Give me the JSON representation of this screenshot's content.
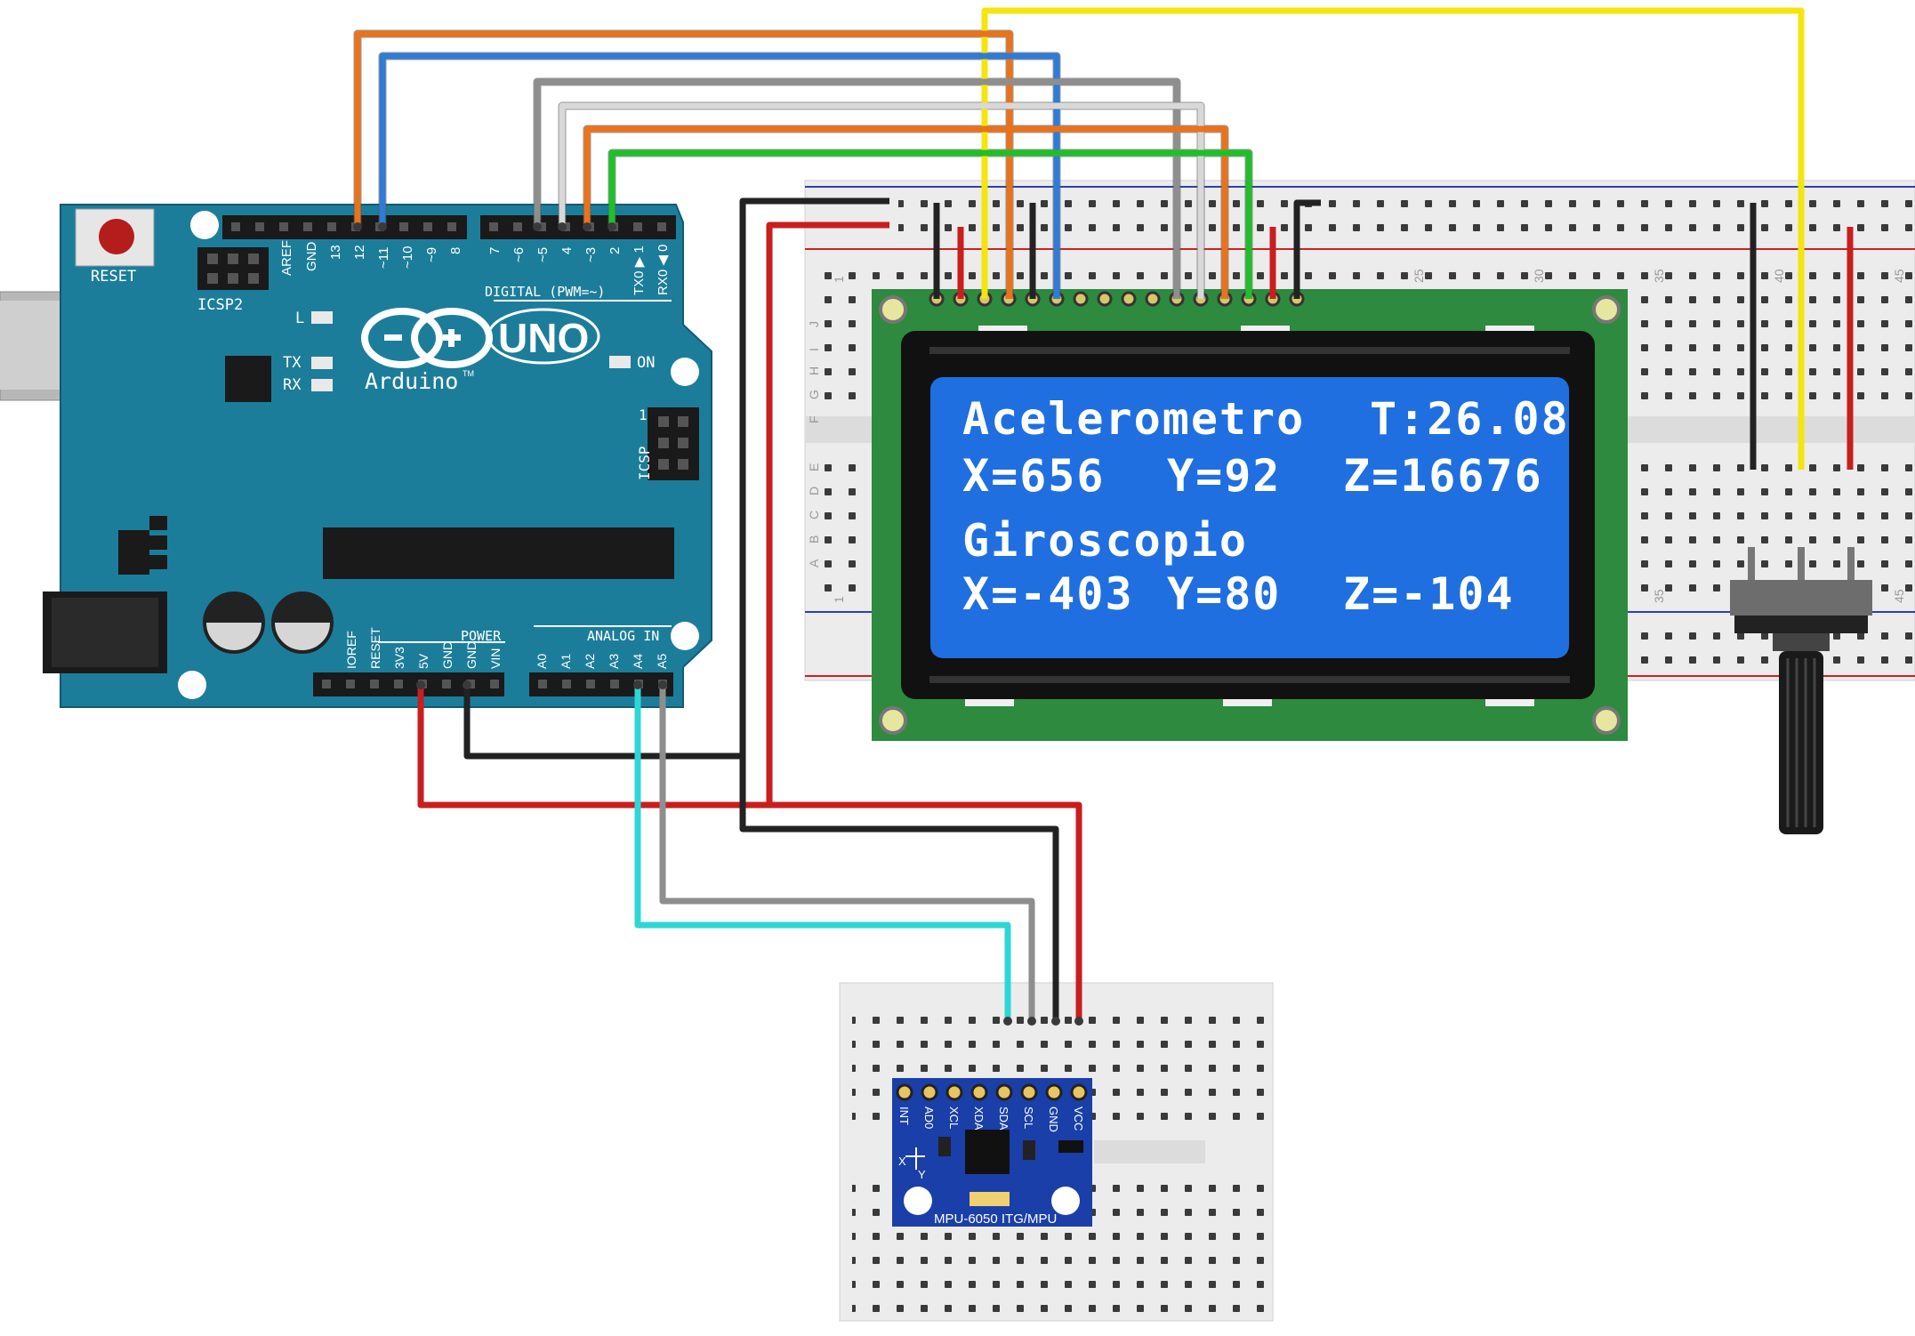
{
  "arduino": {
    "reset": "RESET",
    "icsp2": "ICSP2",
    "icsp": "ICSP",
    "l": "L",
    "tx": "TX",
    "rx": "RX",
    "on": "ON",
    "uno": "UNO",
    "brand": "Arduino",
    "tm": "TM",
    "digital": "DIGITAL (PWM=~)",
    "power": "POWER",
    "analog": "ANALOG IN",
    "digital_pins": [
      "AREF",
      "GND",
      "13",
      "12",
      "~11",
      "~10",
      "~9",
      "8",
      "7",
      "~6",
      "~5",
      "4",
      "~3",
      "2",
      "TX0 ▶ 1",
      "RX0 ◀ 0"
    ],
    "power_pins": [
      "IOREF",
      "RESET",
      "3V3",
      "5V",
      "GND",
      "GND",
      "VIN"
    ],
    "analog_pins": [
      "A0",
      "A1",
      "A2",
      "A3",
      "A4",
      "A5"
    ],
    "icsp_num": "1"
  },
  "lcd": {
    "line1_left": "Acelerometro",
    "line1_right": "T:26.08",
    "line2_x": "X=656",
    "line2_y": "Y=92",
    "line2_z": "Z=16676",
    "line3": "Giroscopio",
    "line4_x": "X=-403",
    "line4_y": "Y=80",
    "line4_z": "Z=-104"
  },
  "breadboard": {
    "rows_top": [
      "J",
      "I",
      "H",
      "G",
      "F"
    ],
    "rows_bottom": [
      "E",
      "D",
      "C",
      "B",
      "A"
    ],
    "col_numbers": [
      "1",
      "25",
      "30",
      "35",
      "40",
      "45"
    ],
    "col_1": "1",
    "col_35": "35",
    "col_45": "45"
  },
  "mpu": {
    "pins": [
      "INT",
      "AD0",
      "XCL",
      "XDA",
      "SDA",
      "SCL",
      "GND",
      "VCC"
    ],
    "label": "MPU-6050 ITG/MPU",
    "axis_x": "X",
    "axis_y": "Y"
  },
  "colors": {
    "arduino_board": "#1c7d9b",
    "lcd_pcb": "#2d8a3e",
    "lcd_screen": "#1f6fe0",
    "mpu_board": "#1a3fa8",
    "wire_orange": "#e8731c",
    "wire_blue": "#2f7bd6",
    "wire_gray": "#8e8e8e",
    "wire_white": "#d8d8d8",
    "wire_green": "#1fbf2a",
    "wire_yellow": "#f5e50e",
    "wire_red": "#c81e1e",
    "wire_black": "#222222",
    "wire_cyan": "#2fd6d6"
  }
}
